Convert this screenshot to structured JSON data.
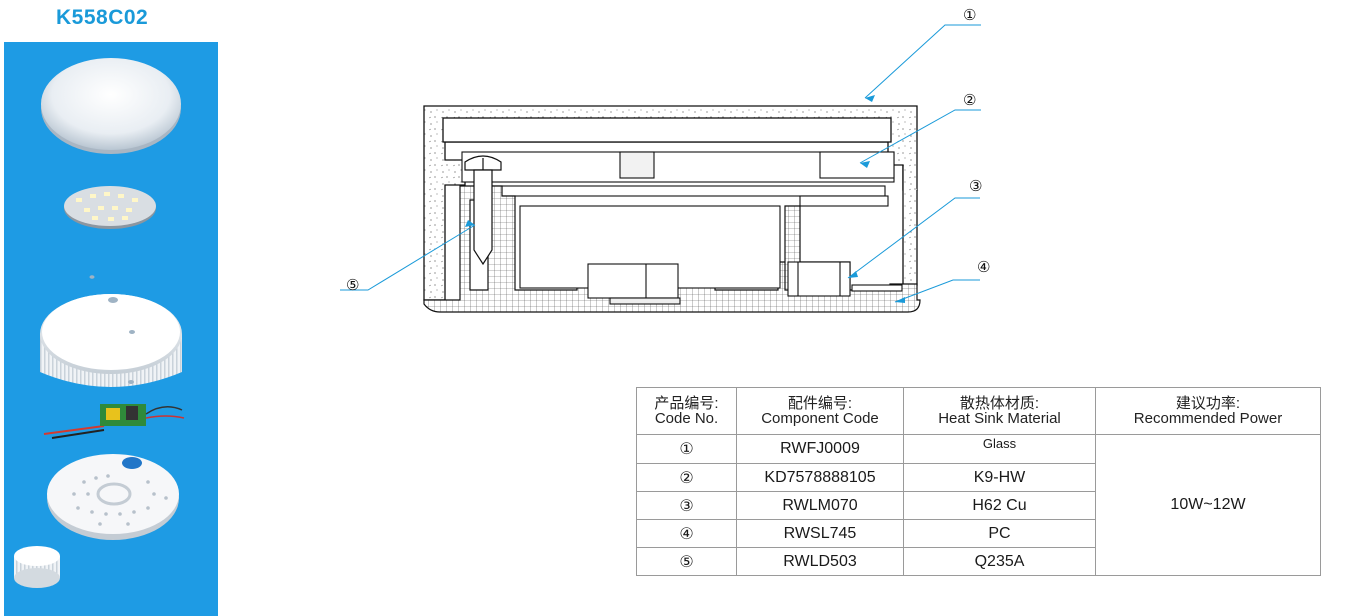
{
  "model": "K558C02",
  "callouts": [
    "①",
    "②",
    "③",
    "④",
    "⑤"
  ],
  "table": {
    "headers": [
      {
        "cn": "产品编号:",
        "en": "Code No."
      },
      {
        "cn": "配件编号:",
        "en": "Component Code"
      },
      {
        "cn": "散热体材质:",
        "en": "Heat Sink Material"
      },
      {
        "cn": "建议功率:",
        "en": "Recommended Power"
      }
    ],
    "rows": [
      {
        "no": "①",
        "code": "RWFJ0009",
        "material": "Glass"
      },
      {
        "no": "②",
        "code": "KD7578888105",
        "material": "K9-HW"
      },
      {
        "no": "③",
        "code": "RWLM070",
        "material": "H62 Cu"
      },
      {
        "no": "④",
        "code": "RWSL745",
        "material": "PC"
      },
      {
        "no": "⑤",
        "code": "RWLD503",
        "material": "Q235A"
      }
    ],
    "power": "10W~12W"
  },
  "colors": {
    "panel": "#1e9be4",
    "title": "#1a9ad9",
    "leader": "#1a9ad9"
  }
}
